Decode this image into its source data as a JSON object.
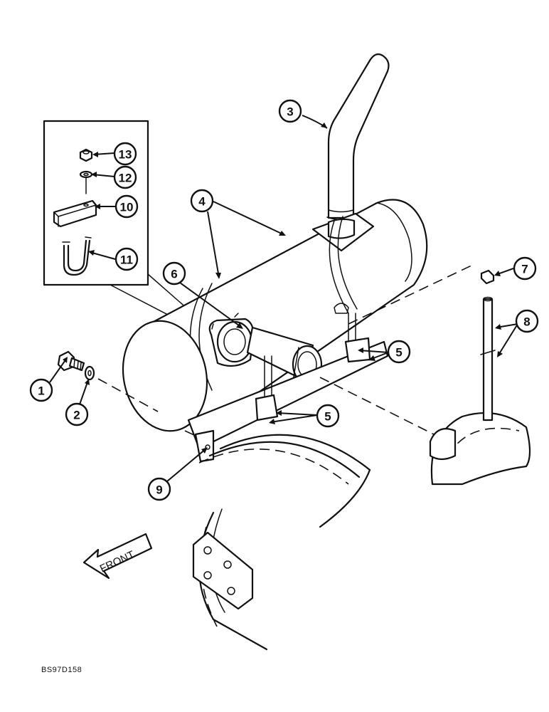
{
  "callouts": {
    "c1": "1",
    "c2": "2",
    "c3": "3",
    "c4": "4",
    "c5a": "5",
    "c5b": "5",
    "c6": "6",
    "c7": "7",
    "c8": "8",
    "c9": "9",
    "c10": "10",
    "c11": "11",
    "c12": "12",
    "c13": "13"
  },
  "front_label": "FRONT",
  "drawing_ref": "BS97D158"
}
